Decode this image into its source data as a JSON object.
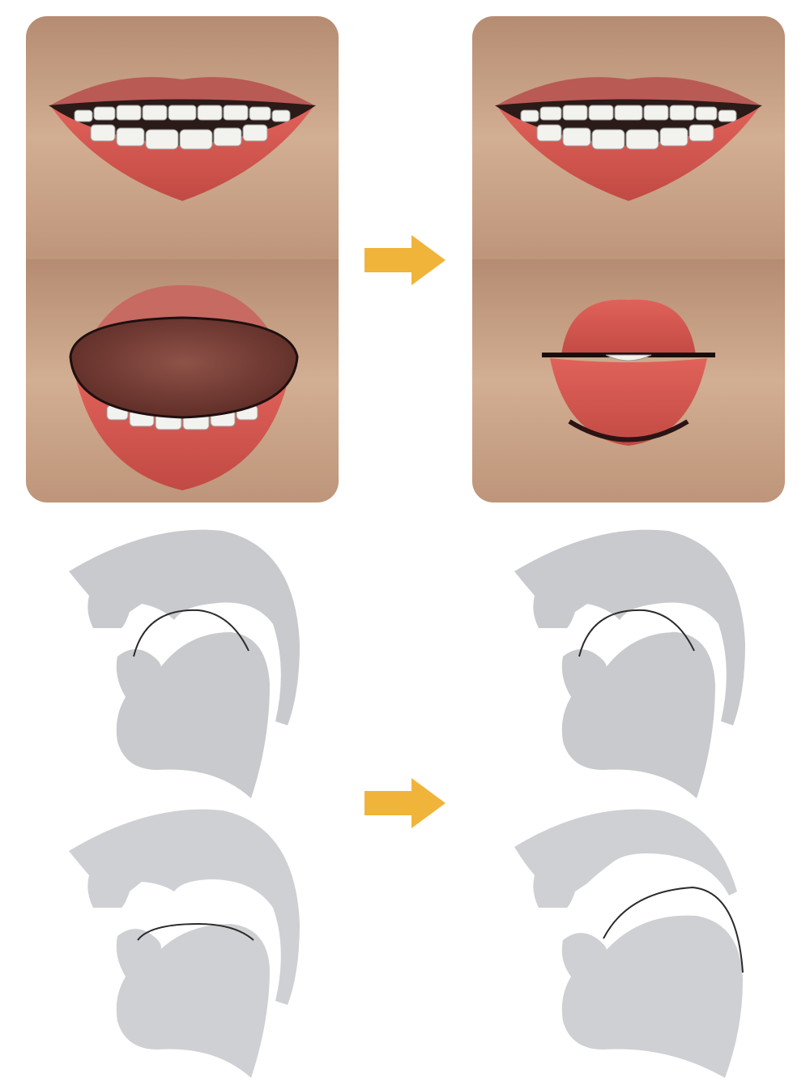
{
  "colors": {
    "arrow": "#F0B43A",
    "skin": "#C9A486",
    "lip": "#D8534C",
    "tongue": "#7A3F36",
    "teeth": "#F2F2EE",
    "sagittal_fill": "#C6C7CA",
    "sagittal_line": "#2B2B2B",
    "background": "#FFFFFF"
  },
  "top_row": {
    "left_panel": {
      "upper_image": "smile-mouth-with-teeth",
      "lower_image": "open-mouth-with-tongue"
    },
    "arrow_icon": "right-arrow",
    "right_panel": {
      "upper_image": "smile-mouth-with-teeth",
      "lower_image": "rounded-pursed-lips"
    }
  },
  "bottom_row": {
    "left_diagrams": [
      "sagittal-tongue-high-front",
      "sagittal-tongue-flat"
    ],
    "arrow_icon": "right-arrow",
    "right_diagrams": [
      "sagittal-tongue-high-front",
      "sagittal-tongue-high-back"
    ]
  }
}
